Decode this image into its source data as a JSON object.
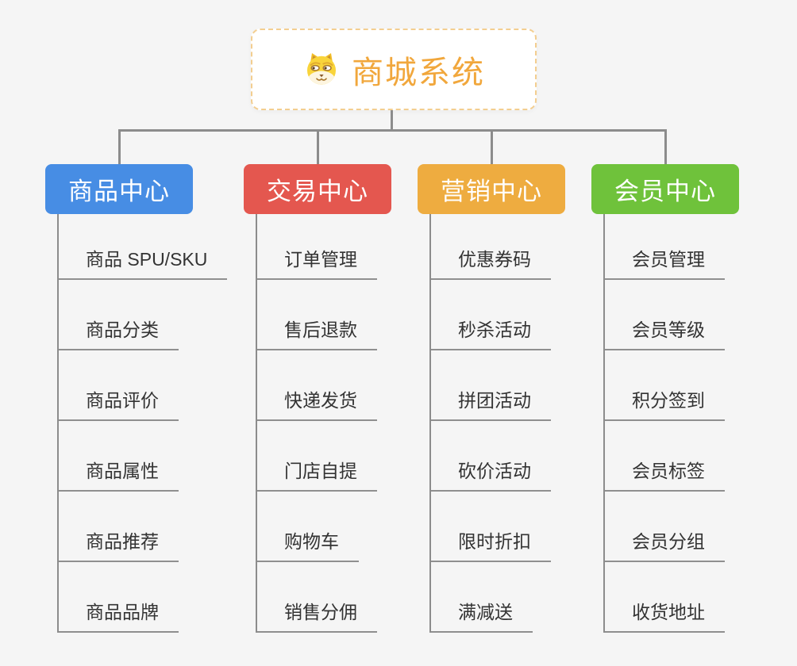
{
  "root": {
    "title": "商城系统",
    "icon": "doge-icon"
  },
  "colors": {
    "background": "#f5f5f5",
    "root_title": "#f1a73c",
    "root_border": "#f3ce90",
    "connector": "#8c8c8c",
    "item_underline": "#8f8f8f",
    "item_text": "#333333"
  },
  "branches": [
    {
      "label": "商品中心",
      "color": "#478de4",
      "items": [
        "商品 SPU/SKU",
        "商品分类",
        "商品评价",
        "商品属性",
        "商品推荐",
        "商品品牌"
      ]
    },
    {
      "label": "交易中心",
      "color": "#e4574f",
      "items": [
        "订单管理",
        "售后退款",
        "快递发货",
        "门店自提",
        "购物车",
        "销售分佣"
      ]
    },
    {
      "label": "营销中心",
      "color": "#eeac40",
      "items": [
        "优惠券码",
        "秒杀活动",
        "拼团活动",
        "砍价活动",
        "限时折扣",
        "满减送"
      ]
    },
    {
      "label": "会员中心",
      "color": "#6fc23b",
      "items": [
        "会员管理",
        "会员等级",
        "积分签到",
        "会员标签",
        "会员分组",
        "收货地址"
      ]
    }
  ]
}
